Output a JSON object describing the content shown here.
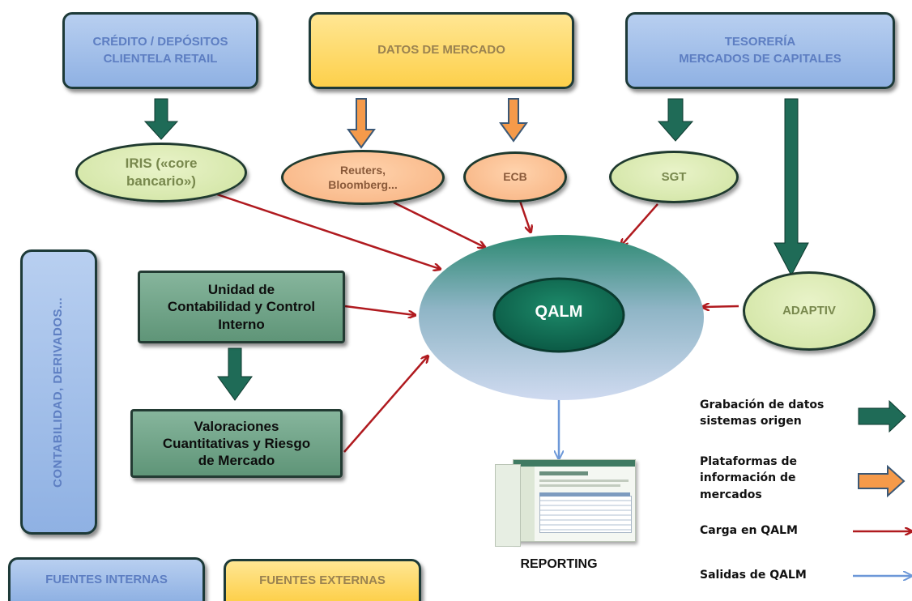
{
  "sources": {
    "credito": "CRÉDITO / DEPÓSITOS\nCLIENTELA RETAIL",
    "datos_mercado": "DATOS DE MERCADO",
    "tesoreria": "TESORERÍA\nMERCADOS DE CAPITALES",
    "contabilidad": "CONTABILIDAD, DERIVADOS..."
  },
  "systems": {
    "iris": "IRIS («core\nbancario»)",
    "reuters": "Reuters,\nBloomberg...",
    "ecb": "ECB",
    "sgt": "SGT",
    "adaptiv": "ADAPTIV"
  },
  "units": {
    "contabilidad_control": "Unidad de\nContabilidad y Control\nInterno",
    "valoraciones": "Valoraciones\nCuantitativas y Riesgo\nde Mercado"
  },
  "center": {
    "label": "QALM"
  },
  "output": {
    "label": "REPORTING"
  },
  "footer": {
    "internas": "FUENTES INTERNAS",
    "externas": "FUENTES EXTERNAS"
  },
  "legend": {
    "grabacion": "Grabación de datos\nsistemas origen",
    "plataformas": "Plataformas de\ninformación de\nmercados",
    "carga": "Carga en QALM",
    "salidas": "Salidas de QALM"
  },
  "colors": {
    "dark_green_arrow": "#1f6b57",
    "orange_arrow": "#f59a4a",
    "red_arrow": "#b01a1f",
    "blue_arrow": "#6d98d8"
  }
}
